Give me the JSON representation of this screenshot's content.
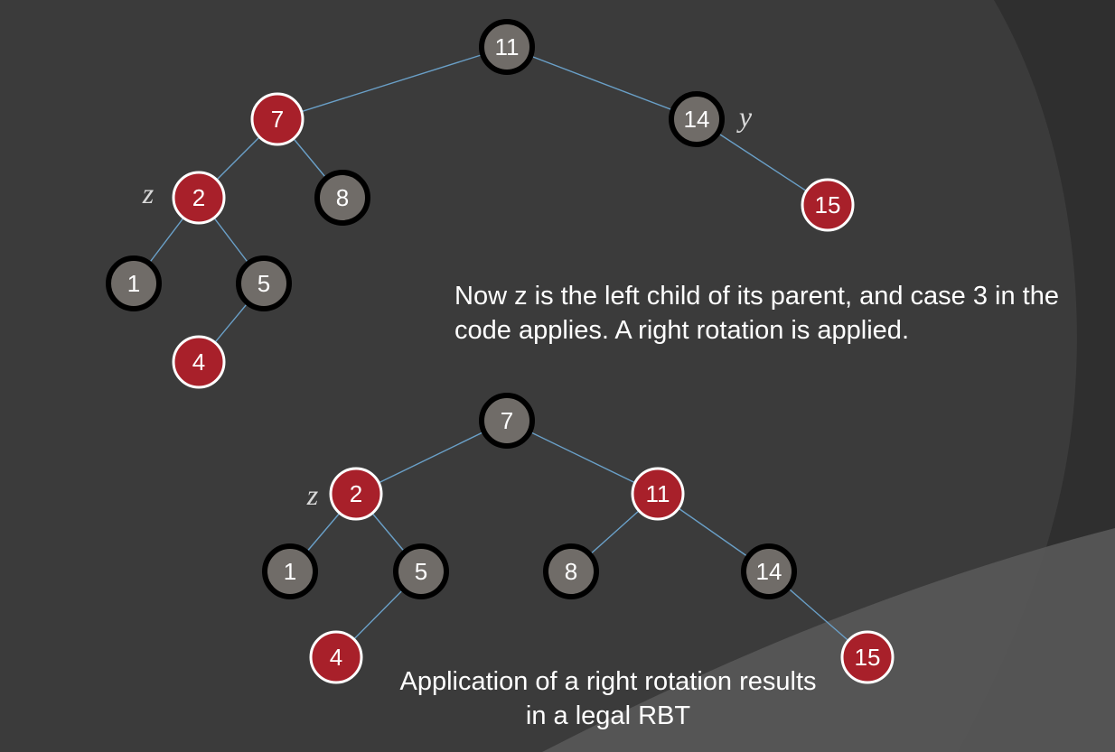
{
  "colors": {
    "background": "#3a3a3a",
    "red_node": "#a8202a",
    "black_node": "#706c68",
    "edge": "#6aa0c8"
  },
  "captions": {
    "top": "Now z is the left child of its parent, and case 3 in the code applies. A right rotation is applied.",
    "bottom": "Application of a right rotation results in a legal RBT"
  },
  "trees": {
    "before": {
      "nodes": [
        {
          "id": "n11",
          "key": "11",
          "color": "black"
        },
        {
          "id": "n7",
          "key": "7",
          "color": "red"
        },
        {
          "id": "n14",
          "key": "14",
          "color": "black",
          "tag": "y"
        },
        {
          "id": "n2",
          "key": "2",
          "color": "red",
          "tag": "z"
        },
        {
          "id": "n8",
          "key": "8",
          "color": "black"
        },
        {
          "id": "n15",
          "key": "15",
          "color": "red"
        },
        {
          "id": "n1",
          "key": "1",
          "color": "black"
        },
        {
          "id": "n5",
          "key": "5",
          "color": "black"
        },
        {
          "id": "n4",
          "key": "4",
          "color": "red"
        }
      ],
      "edges": [
        [
          "n11",
          "n7"
        ],
        [
          "n11",
          "n14"
        ],
        [
          "n7",
          "n2"
        ],
        [
          "n7",
          "n8"
        ],
        [
          "n14",
          "n15"
        ],
        [
          "n2",
          "n1"
        ],
        [
          "n2",
          "n5"
        ],
        [
          "n5",
          "n4"
        ]
      ]
    },
    "after": {
      "nodes": [
        {
          "id": "m7",
          "key": "7",
          "color": "black"
        },
        {
          "id": "m2",
          "key": "2",
          "color": "red",
          "tag": "z"
        },
        {
          "id": "m11",
          "key": "11",
          "color": "red"
        },
        {
          "id": "m1",
          "key": "1",
          "color": "black"
        },
        {
          "id": "m5",
          "key": "5",
          "color": "black"
        },
        {
          "id": "m8",
          "key": "8",
          "color": "black"
        },
        {
          "id": "m14",
          "key": "14",
          "color": "black"
        },
        {
          "id": "m4",
          "key": "4",
          "color": "red"
        },
        {
          "id": "m15",
          "key": "15",
          "color": "red"
        }
      ],
      "edges": [
        [
          "m7",
          "m2"
        ],
        [
          "m7",
          "m11"
        ],
        [
          "m2",
          "m1"
        ],
        [
          "m2",
          "m5"
        ],
        [
          "m11",
          "m8"
        ],
        [
          "m11",
          "m14"
        ],
        [
          "m5",
          "m4"
        ],
        [
          "m14",
          "m15"
        ]
      ]
    }
  }
}
